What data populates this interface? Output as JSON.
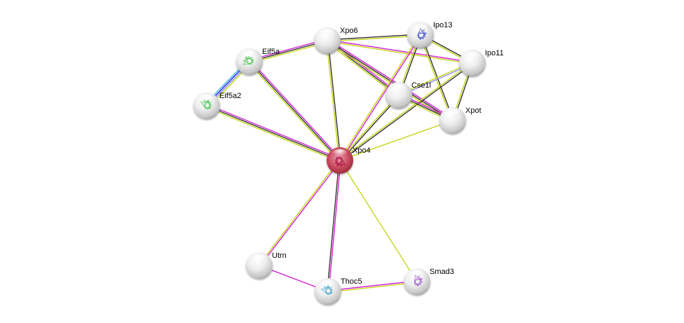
{
  "diagram": {
    "type": "protein-interaction-network",
    "query_node": "Xpo4",
    "nodes": [
      {
        "id": "Xpo4",
        "label": "Xpo4",
        "query": true,
        "structure": "red-structure",
        "color": "#c0384a"
      },
      {
        "id": "Xpo6",
        "label": "Xpo6",
        "structure": "none"
      },
      {
        "id": "Eif5a",
        "label": "Eif5a",
        "structure": "green-structure"
      },
      {
        "id": "Eif5a2",
        "label": "Eif5a2",
        "structure": "green-structure"
      },
      {
        "id": "Ipo13",
        "label": "Ipo13",
        "structure": "blue-structure"
      },
      {
        "id": "Ipo11",
        "label": "Ipo11",
        "structure": "none"
      },
      {
        "id": "Cse1l",
        "label": "Cse1l",
        "structure": "none"
      },
      {
        "id": "Xpot",
        "label": "Xpot",
        "structure": "none"
      },
      {
        "id": "Utrn",
        "label": "Utrn",
        "structure": "none"
      },
      {
        "id": "Thoc5",
        "label": "Thoc5",
        "structure": "rainbow-structure"
      },
      {
        "id": "Smad3",
        "label": "Smad3",
        "structure": "purple-structure"
      }
    ],
    "edge_colors": {
      "textmining": "#c6d51a",
      "coexpression": "#333333",
      "experiments": "#d41ed4",
      "database": "#3ab6d6",
      "homology": "#8c8cf0",
      "cooccurrence": "#2020ff"
    },
    "edges": [
      {
        "source": "Eif5a",
        "target": "Eif5a2",
        "evidence": [
          "textmining",
          "homology",
          "cooccurrence",
          "database"
        ]
      },
      {
        "source": "Eif5a",
        "target": "Xpo6",
        "evidence": [
          "experiments",
          "coexpression",
          "textmining"
        ]
      },
      {
        "source": "Eif5a",
        "target": "Xpo4",
        "evidence": [
          "experiments",
          "coexpression",
          "textmining"
        ]
      },
      {
        "source": "Eif5a2",
        "target": "Xpo4",
        "evidence": [
          "experiments",
          "coexpression",
          "textmining"
        ]
      },
      {
        "source": "Xpo6",
        "target": "Xpo4",
        "evidence": [
          "coexpression",
          "textmining"
        ]
      },
      {
        "source": "Xpo6",
        "target": "Ipo13",
        "evidence": [
          "coexpression",
          "textmining"
        ]
      },
      {
        "source": "Xpo6",
        "target": "Ipo11",
        "evidence": [
          "experiments",
          "textmining"
        ]
      },
      {
        "source": "Xpo6",
        "target": "Cse1l",
        "evidence": [
          "experiments",
          "coexpression",
          "textmining"
        ]
      },
      {
        "source": "Xpo6",
        "target": "Xpot",
        "evidence": [
          "experiments",
          "coexpression",
          "textmining"
        ]
      },
      {
        "source": "Ipo13",
        "target": "Ipo11",
        "evidence": [
          "coexpression",
          "textmining"
        ]
      },
      {
        "source": "Ipo13",
        "target": "Cse1l",
        "evidence": [
          "coexpression",
          "textmining"
        ]
      },
      {
        "source": "Ipo13",
        "target": "Xpot",
        "evidence": [
          "coexpression",
          "textmining"
        ]
      },
      {
        "source": "Ipo13",
        "target": "Xpo4",
        "evidence": [
          "experiments",
          "textmining"
        ]
      },
      {
        "source": "Ipo11",
        "target": "Cse1l",
        "evidence": [
          "homology",
          "textmining"
        ]
      },
      {
        "source": "Ipo11",
        "target": "Xpot",
        "evidence": [
          "coexpression",
          "textmining"
        ]
      },
      {
        "source": "Ipo11",
        "target": "Xpo4",
        "evidence": [
          "coexpression",
          "textmining"
        ]
      },
      {
        "source": "Cse1l",
        "target": "Xpot",
        "evidence": [
          "experiments",
          "coexpression",
          "textmining"
        ]
      },
      {
        "source": "Cse1l",
        "target": "Xpo4",
        "evidence": [
          "coexpression",
          "textmining"
        ]
      },
      {
        "source": "Xpot",
        "target": "Xpo4",
        "evidence": [
          "textmining"
        ]
      },
      {
        "source": "Xpo4",
        "target": "Utrn",
        "evidence": [
          "experiments",
          "textmining"
        ]
      },
      {
        "source": "Xpo4",
        "target": "Thoc5",
        "evidence": [
          "experiments",
          "coexpression"
        ]
      },
      {
        "source": "Xpo4",
        "target": "Smad3",
        "evidence": [
          "textmining"
        ]
      },
      {
        "source": "Utrn",
        "target": "Thoc5",
        "evidence": [
          "experiments"
        ]
      },
      {
        "source": "Thoc5",
        "target": "Smad3",
        "evidence": [
          "experiments",
          "textmining"
        ]
      }
    ]
  }
}
